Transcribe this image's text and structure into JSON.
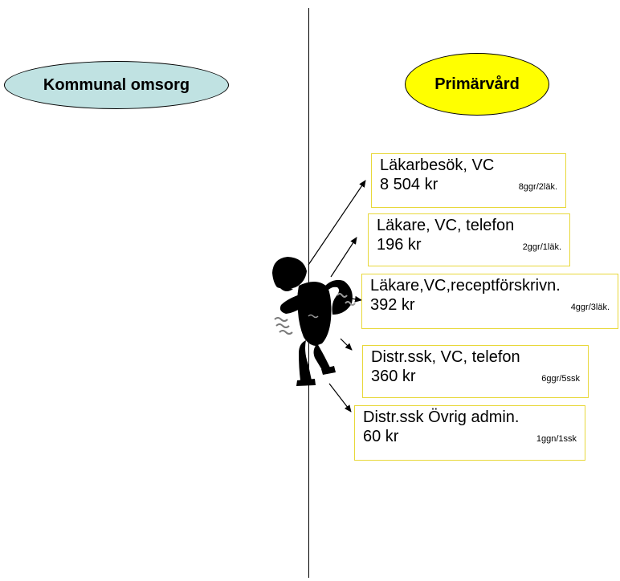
{
  "left_column": {
    "label": "Kommunal omsorg",
    "fill": "#c0e2e2"
  },
  "right_column": {
    "label": "Primärvård",
    "fill": "#ffff00"
  },
  "box_border_color": "#e8d83a",
  "services": [
    {
      "title": "Läkarbesök, VC",
      "cost": "8 504 kr",
      "freq": "8ggr/2läk."
    },
    {
      "title": "Läkare, VC, telefon",
      "cost": "196 kr",
      "freq": "2ggr/1läk."
    },
    {
      "title": "Läkare,VC,receptförskrivn.",
      "cost": "392 kr",
      "freq": "4ggr/3läk."
    },
    {
      "title": "Distr.ssk, VC, telefon",
      "cost": "360 kr",
      "freq": "6ggr/5ssk"
    },
    {
      "title": "Distr.ssk Övrig admin.",
      "cost": "60 kr",
      "freq": "1ggn/1ssk"
    }
  ],
  "figure_icon": "sick-person-icon"
}
